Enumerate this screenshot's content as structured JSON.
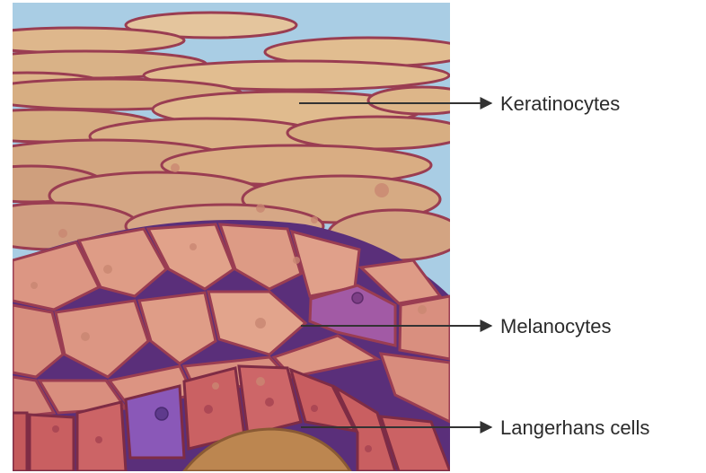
{
  "labels": {
    "keratinocytes": "Keratinocytes",
    "melanocytes": "Melanocytes",
    "langerhans": "Langerhans cells"
  },
  "icons": {
    "pointer": "arrow-right-icon"
  },
  "colors": {
    "sky": "#a9cde4",
    "keratinocyte": "#d8b48c",
    "keratinocyte_upper": "#e1bd90",
    "spinous": "#dc9a85",
    "basal": "#c96062",
    "melanocyte": "#a25aa5",
    "langerhans": "#8a58b8",
    "membrane": "#9a3d52",
    "interstitial": "#5a2f7a",
    "dermis": "#bc8650"
  }
}
